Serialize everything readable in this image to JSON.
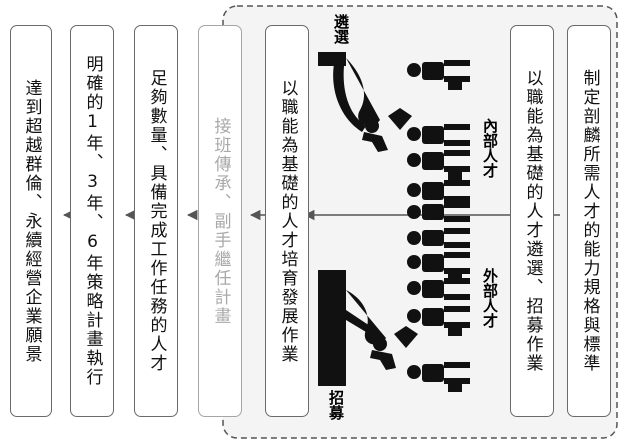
{
  "left_column": [
    {
      "text": "達到超越群倫、永續經營企業願景"
    },
    {
      "text": "明確的1年、3年、6年策略計畫執行"
    },
    {
      "text": "足夠數量、具備完成工作任務的人才"
    },
    {
      "text": "接班傳承、副手繼任計畫"
    },
    {
      "text": "以職能為基礎的人才培育發展作業"
    }
  ],
  "right_column": [
    {
      "text": "以職能為基礎的人才遴選、招募作業"
    },
    {
      "text": "制定剖麟所需人才的能力規格與標準"
    }
  ],
  "labels": {
    "selection": "遴選",
    "recruitment": "招募",
    "internal_talent": "內部人才",
    "external_talent": "外部人才"
  },
  "colors": {
    "ink": "#111111",
    "muted_text": "#a9a9a9",
    "border": "#6a6a6a",
    "dashed_panel_fill": "#f4f4f4"
  }
}
